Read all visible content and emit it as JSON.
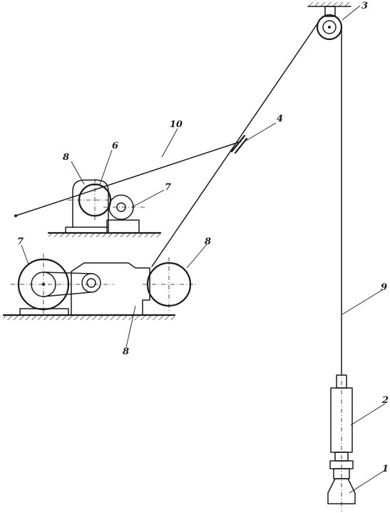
{
  "labels": {
    "l1": "1",
    "l2": "2",
    "l3": "3",
    "l4": "4",
    "l6": "6",
    "l7a": "7",
    "l7b": "7",
    "l8a": "8",
    "l8b": "8",
    "l8c": "8",
    "l9": "9",
    "l10": "10"
  }
}
